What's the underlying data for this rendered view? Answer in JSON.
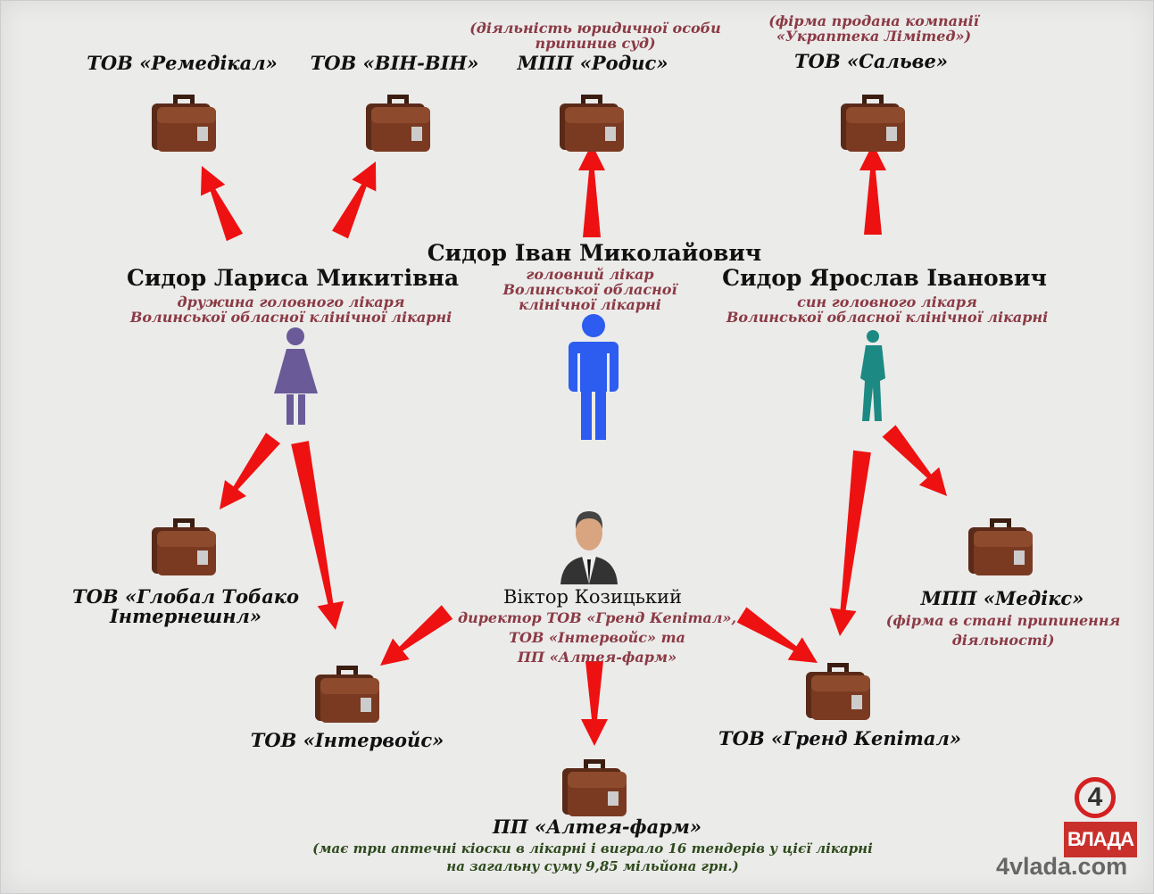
{
  "companies": {
    "remedical": "ТОВ «Ремедікал»",
    "vin": "ТОВ «ВІН-ВІН»",
    "rodys": "МПП «Родис»",
    "rodys_note": [
      "(діяльність юридичної особи",
      "припинив суд)"
    ],
    "salve": "ТОВ «Сальве»",
    "salve_note": [
      "(фірма продана компанії",
      "«Украптека Лімітед»)"
    ],
    "global": [
      "ТОВ «Глобал Тобако",
      "Інтернешнл»"
    ],
    "medix": "МПП «Медікс»",
    "medix_note": [
      "(фірма в стані припинення",
      "діяльності)"
    ],
    "intervoice": "ТОВ «Інтервойс»",
    "grand": "ТОВ «Гренд Кепітал»",
    "altea": "ПП «Алтея-фарм»",
    "altea_note": [
      "(має три аптечні кіоски в лікарні і виграло 16 тендерів у цієї лікарні",
      "на загальну суму 9,85 мільйона грн.)"
    ]
  },
  "people": {
    "ivan": {
      "name": "Сидор Іван Миколайович",
      "role": [
        "головний лікар",
        "Волинської обласної",
        "клінічної лікарні"
      ]
    },
    "larysa": {
      "name": "Сидор Лариса Микитівна",
      "role": [
        "дружина головного лікаря",
        "Волинської обласної клінічної лікарні"
      ]
    },
    "yaroslav": {
      "name": "Сидор Ярослав Іванович",
      "role": [
        "син головного лікаря",
        "Волинської обласної клінічної лікарні"
      ]
    },
    "viktor": {
      "name": "Віктор Козицький",
      "role": [
        "директор ТОВ «Гренд Кепітал»,",
        "ТОВ «Інтервойс» та",
        "ПП «Алтея-фарм»"
      ]
    }
  },
  "logo": {
    "number": "4",
    "text": "ВЛАДА",
    "site": "4vlada.com"
  },
  "colors": {
    "arrow": "#ee1111",
    "note": "#8b3a44",
    "woman": "#6a5a98",
    "man": "#2c5cf0",
    "son": "#1c8a82"
  }
}
